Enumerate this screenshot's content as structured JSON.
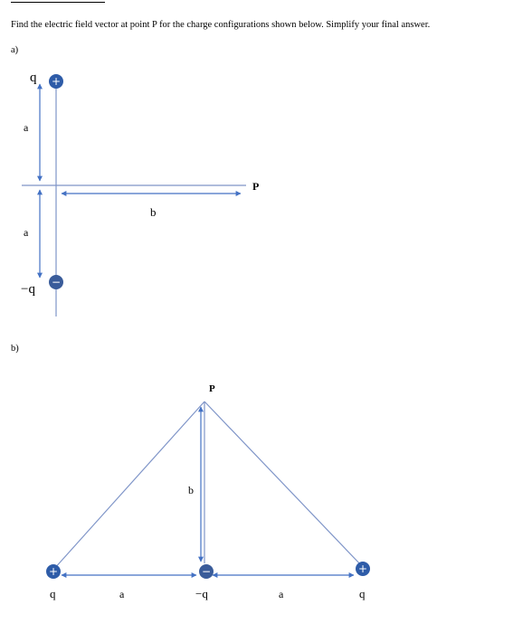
{
  "question": "Find the electric field vector at point P for the charge configurations shown below. Simplify your final answer.",
  "part_a": {
    "label": "a)",
    "charge_top": "q",
    "charge_bottom": "−q",
    "top_sign": "+",
    "bottom_sign": "−",
    "dist_upper": "a",
    "dist_lower": "a",
    "dist_horizontal": "b",
    "point": "P"
  },
  "part_b": {
    "label": "b)",
    "point": "P",
    "height": "b",
    "left_sign": "+",
    "middle_sign": "−",
    "right_sign": "+",
    "charge_left": "q",
    "dist_left": "a",
    "charge_middle": "−q",
    "dist_right": "a",
    "charge_right": "q"
  },
  "colors": {
    "line": "#7f95c8",
    "arrow": "#4472c4",
    "positive": "#2e5ca8",
    "negative": "#3a5c9a"
  }
}
